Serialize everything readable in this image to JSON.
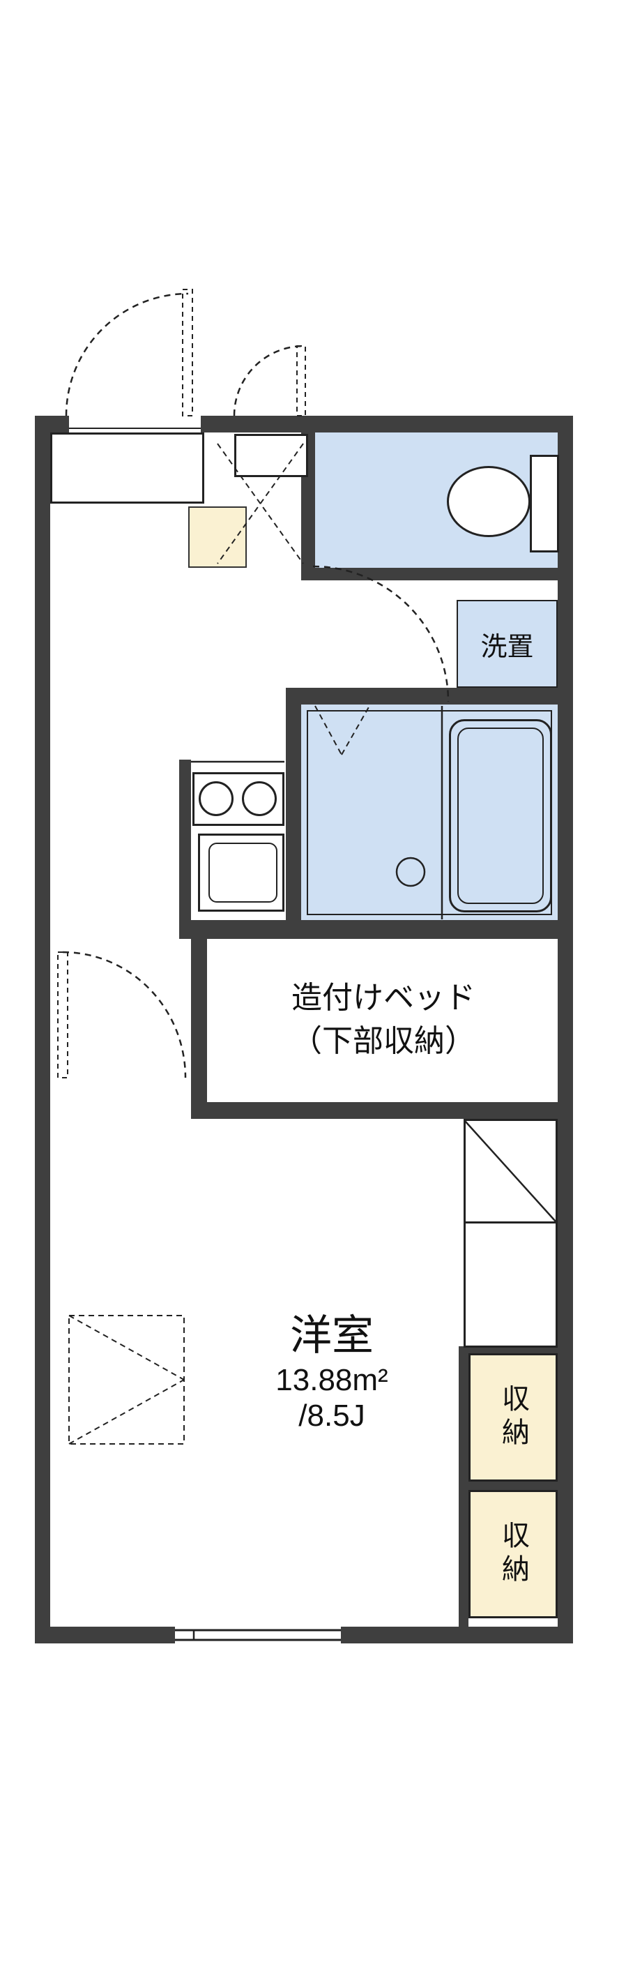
{
  "floorplan": {
    "labels": {
      "laundry": "洗置",
      "bed_line1": "造付けベッド",
      "bed_line2": "（下部収納）",
      "room_name": "洋室",
      "room_area": "13.88m²",
      "room_jo": "/8.5J",
      "storage_upper": "収納",
      "storage_lower": "収納"
    },
    "colors": {
      "wall": "#3f3f3f",
      "line": "#222222",
      "water_blue": "#cfe0f3",
      "storage_cream": "#faf1d2",
      "background": "#ffffff"
    }
  }
}
